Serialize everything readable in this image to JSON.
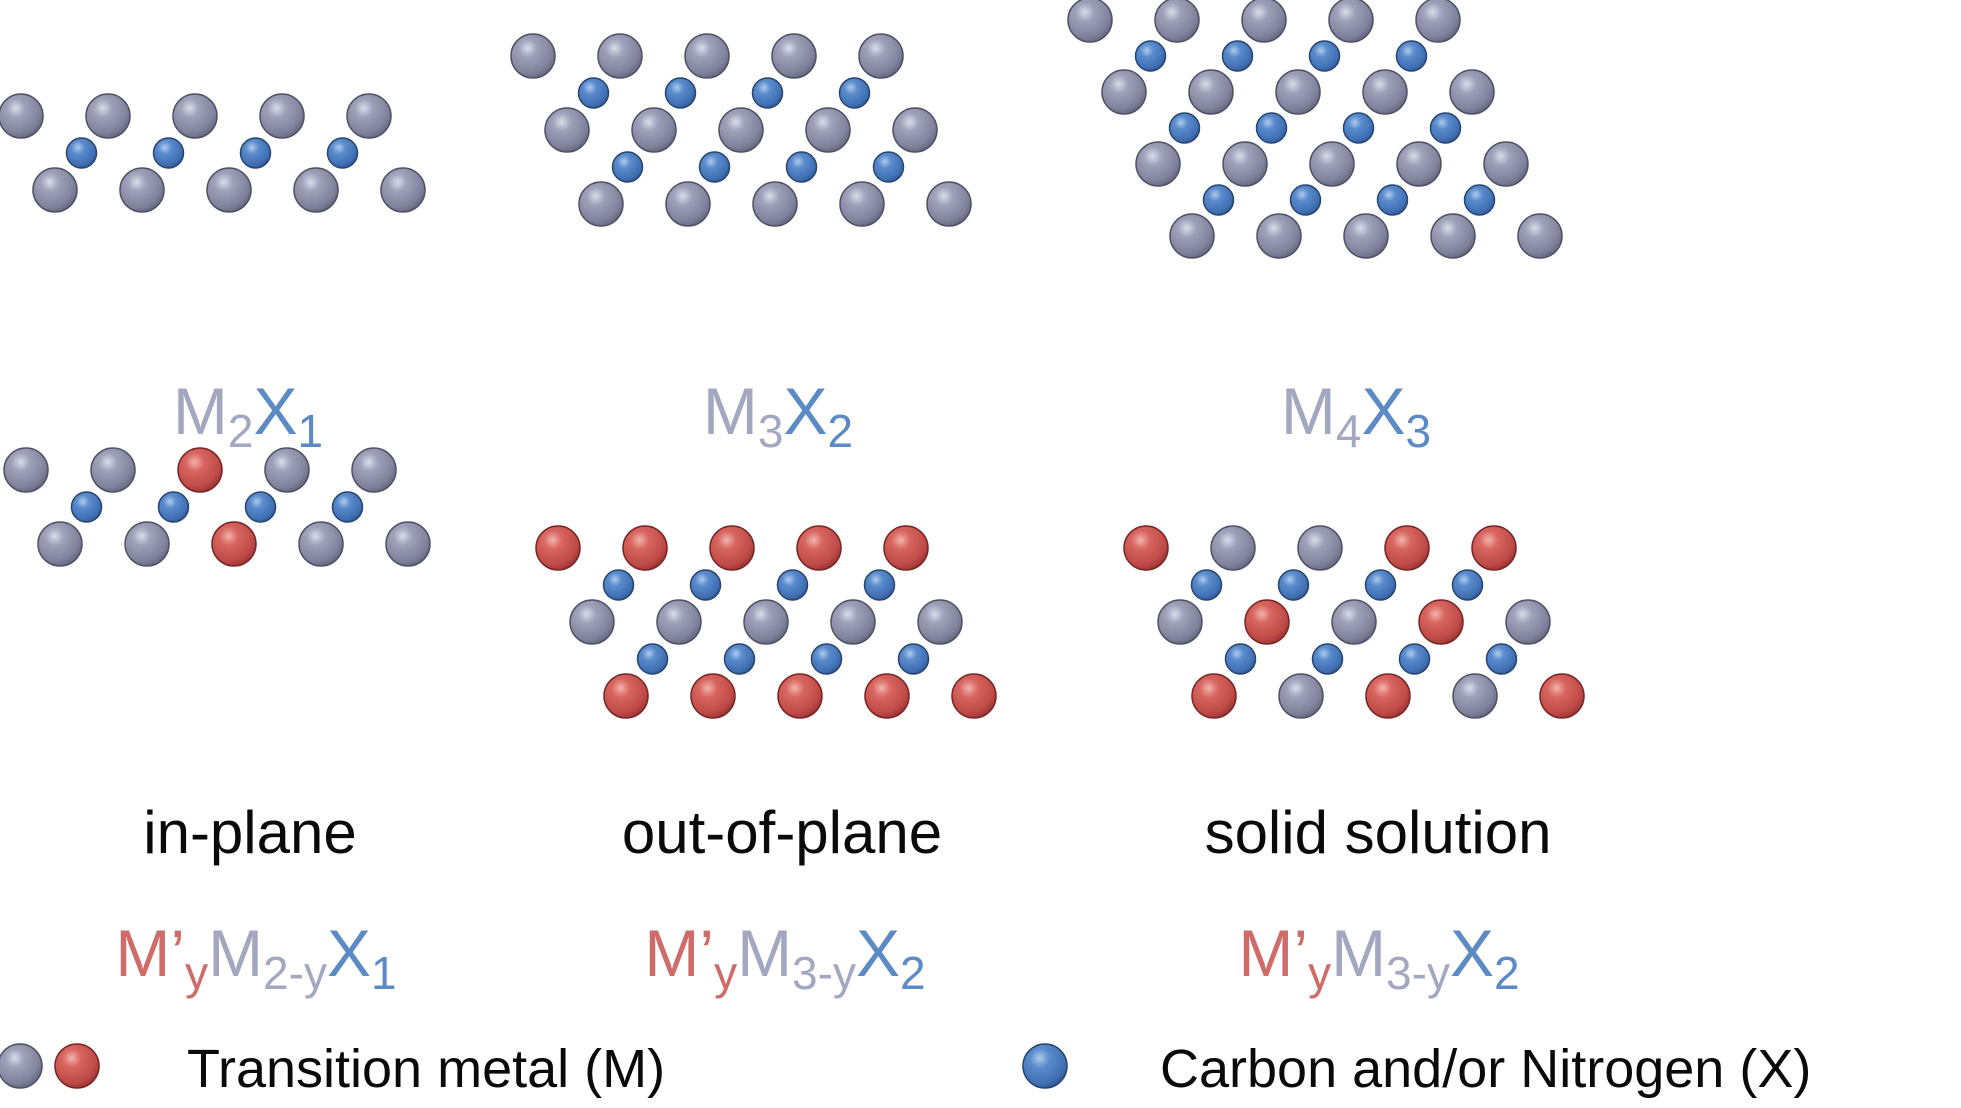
{
  "colors": {
    "transition_metal": "#8d90a8",
    "substituted_metal": "#c95855",
    "carbon_nitrogen": "#4f7fc0",
    "formula_metal_text": "#a3a8c0",
    "formula_x_text": "#5c8ac5",
    "formula_substituted_text": "#cf6b68"
  },
  "panels": [
    {
      "id": "m2x1",
      "formula": {
        "m_sub": "2",
        "x_sub": "1"
      },
      "layers": [
        {
          "kind": "M",
          "atoms": [
            "M",
            "M",
            "M",
            "M",
            "M"
          ]
        },
        {
          "kind": "X",
          "atoms": [
            "X",
            "X",
            "X",
            "X"
          ]
        },
        {
          "kind": "M",
          "atoms": [
            "M",
            "M",
            "M",
            "M",
            "M"
          ]
        }
      ]
    },
    {
      "id": "m3x2",
      "formula": {
        "m_sub": "3",
        "x_sub": "2"
      },
      "layers": [
        {
          "kind": "M",
          "atoms": [
            "M",
            "M",
            "M",
            "M",
            "M"
          ]
        },
        {
          "kind": "X",
          "atoms": [
            "X",
            "X",
            "X",
            "X"
          ]
        },
        {
          "kind": "M",
          "atoms": [
            "M",
            "M",
            "M",
            "M",
            "M"
          ]
        },
        {
          "kind": "X",
          "atoms": [
            "X",
            "X",
            "X",
            "X"
          ]
        },
        {
          "kind": "M",
          "atoms": [
            "M",
            "M",
            "M",
            "M",
            "M"
          ]
        }
      ]
    },
    {
      "id": "m4x3",
      "formula": {
        "m_sub": "4",
        "x_sub": "3"
      },
      "layers": [
        {
          "kind": "M",
          "atoms": [
            "M",
            "M",
            "M",
            "M",
            "M"
          ]
        },
        {
          "kind": "X",
          "atoms": [
            "X",
            "X",
            "X",
            "X"
          ]
        },
        {
          "kind": "M",
          "atoms": [
            "M",
            "M",
            "M",
            "M",
            "M"
          ]
        },
        {
          "kind": "X",
          "atoms": [
            "X",
            "X",
            "X",
            "X"
          ]
        },
        {
          "kind": "M",
          "atoms": [
            "M",
            "M",
            "M",
            "M",
            "M"
          ]
        },
        {
          "kind": "X",
          "atoms": [
            "X",
            "X",
            "X",
            "X"
          ]
        },
        {
          "kind": "M",
          "atoms": [
            "M",
            "M",
            "M",
            "M",
            "M"
          ]
        }
      ]
    },
    {
      "id": "in-plane",
      "caption": "in-plane",
      "formula": {
        "prime": "M’",
        "y_sub": "y",
        "m_sub": "2-y",
        "x_sub": "1"
      },
      "layers": [
        {
          "kind": "M",
          "atoms": [
            "M",
            "M",
            "P",
            "M",
            "M"
          ]
        },
        {
          "kind": "X",
          "atoms": [
            "X",
            "X",
            "X",
            "X"
          ]
        },
        {
          "kind": "M",
          "atoms": [
            "M",
            "M",
            "P",
            "M",
            "M"
          ]
        }
      ]
    },
    {
      "id": "out-of-plane",
      "caption": "out-of-plane",
      "formula": {
        "prime": "M’",
        "y_sub": "y",
        "m_sub": "3-y",
        "x_sub": "2"
      },
      "layers": [
        {
          "kind": "M",
          "atoms": [
            "P",
            "P",
            "P",
            "P",
            "P"
          ]
        },
        {
          "kind": "X",
          "atoms": [
            "X",
            "X",
            "X",
            "X"
          ]
        },
        {
          "kind": "M",
          "atoms": [
            "M",
            "M",
            "M",
            "M",
            "M"
          ]
        },
        {
          "kind": "X",
          "atoms": [
            "X",
            "X",
            "X",
            "X"
          ]
        },
        {
          "kind": "M",
          "atoms": [
            "P",
            "P",
            "P",
            "P",
            "P"
          ]
        }
      ]
    },
    {
      "id": "solid-solution",
      "caption": "solid solution",
      "formula": {
        "prime": "M’",
        "y_sub": "y",
        "m_sub": "3-y",
        "x_sub": "2"
      },
      "layers": [
        {
          "kind": "M",
          "atoms": [
            "P",
            "M",
            "M",
            "P",
            "P"
          ]
        },
        {
          "kind": "X",
          "atoms": [
            "X",
            "X",
            "X",
            "X"
          ]
        },
        {
          "kind": "M",
          "atoms": [
            "M",
            "P",
            "M",
            "P",
            "M"
          ]
        },
        {
          "kind": "X",
          "atoms": [
            "X",
            "X",
            "X",
            "X"
          ]
        },
        {
          "kind": "M",
          "atoms": [
            "P",
            "M",
            "P",
            "M",
            "P"
          ]
        }
      ]
    }
  ],
  "formula_symbols": {
    "metal": "M",
    "x": "X"
  },
  "legend": {
    "metal_label": "Transition metal (M)",
    "x_label": "Carbon and/or Nitrogen (X)"
  }
}
